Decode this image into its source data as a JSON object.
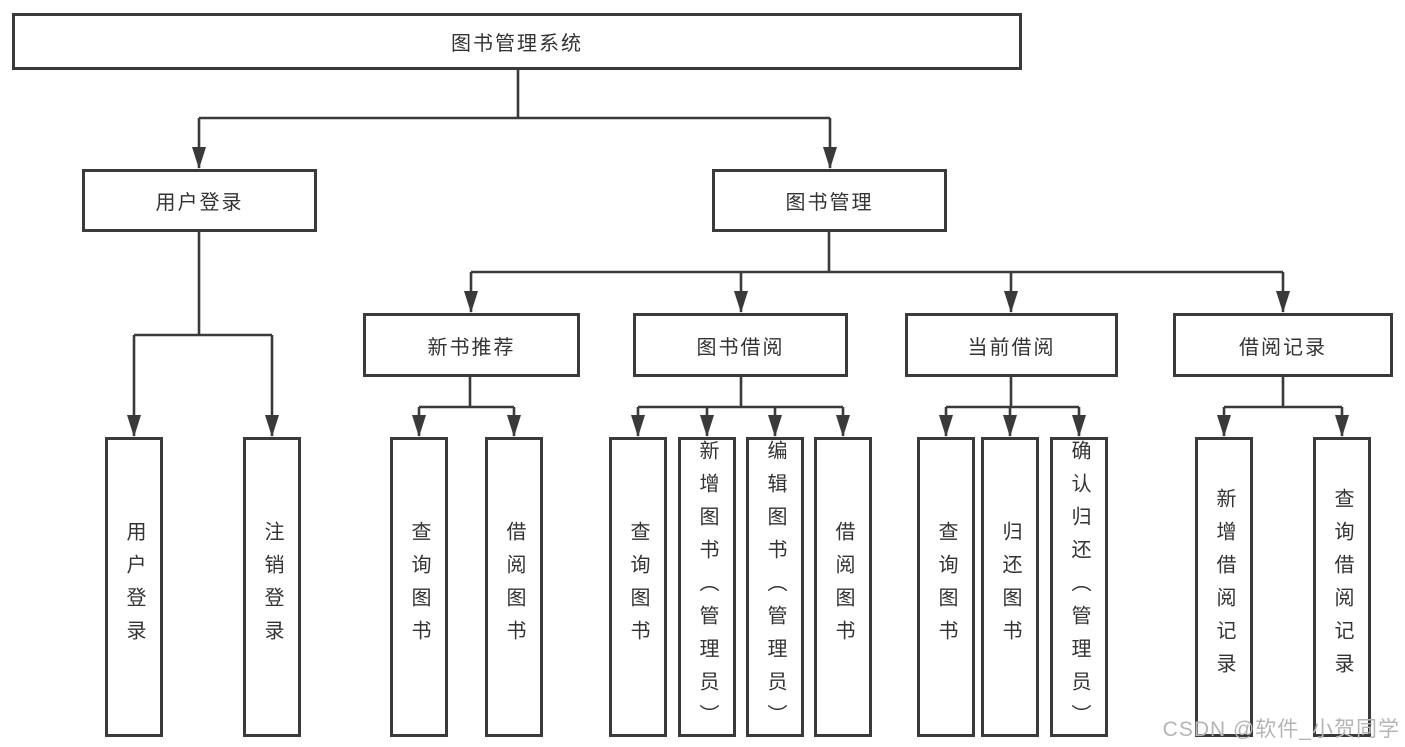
{
  "nodes": {
    "root": "图书管理系统",
    "user_login": "用户登录",
    "book_management": "图书管理",
    "new_book_recommend": "新书推荐",
    "book_borrow": "图书借阅",
    "current_borrow": "当前借阅",
    "borrow_records": "借阅记录"
  },
  "level4": {
    "user_login": [
      "用户登录",
      "注销登录"
    ],
    "new_book_recommend": [
      "查询图书",
      "借阅图书"
    ],
    "book_borrow": [
      "查询图书",
      "新增图书（管理员）",
      "编辑图书（管理员）",
      "借阅图书"
    ],
    "current_borrow": [
      "查询图书",
      "归还图书",
      "确认归还（管理员）"
    ],
    "borrow_records": [
      "新增借阅记录",
      "查询借阅记录"
    ]
  },
  "watermark": "CSDN @软件_小贺同学",
  "colors": {
    "line": "#3a3a3a",
    "text": "#333333",
    "box_background": "#ffffff",
    "page_background": "#ffffff",
    "watermark": "#b5b5b5"
  }
}
